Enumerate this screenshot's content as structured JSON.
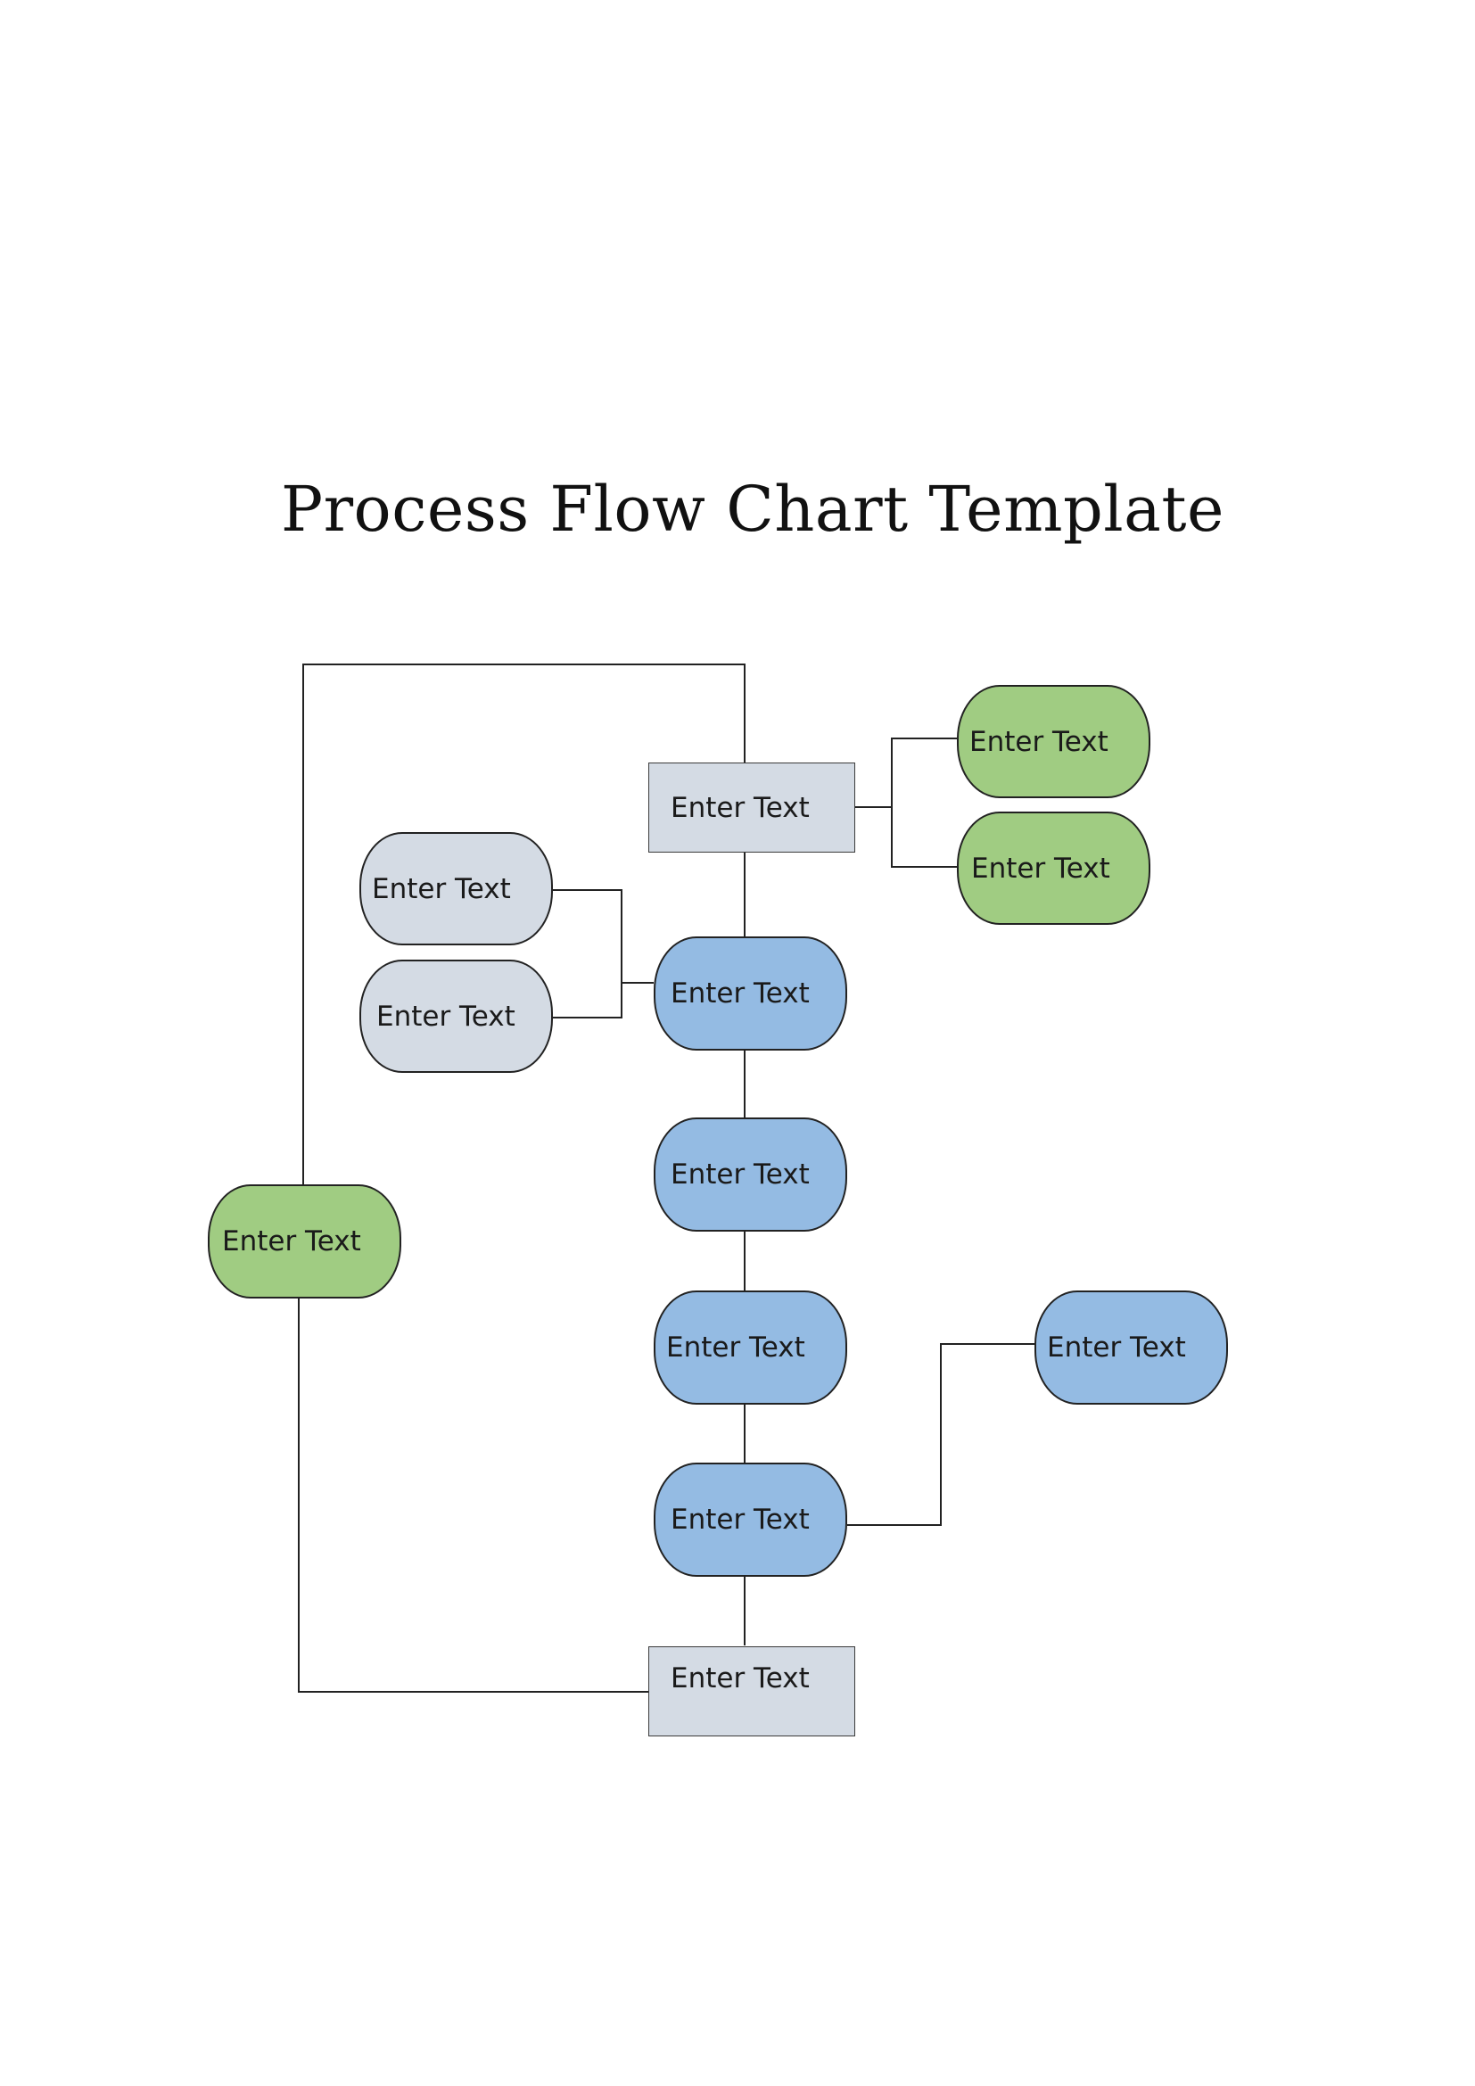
{
  "title": "Process Flow Chart Template",
  "colors": {
    "green": "#a0cc82",
    "blue": "#94bbe3",
    "gray": "#d4dbe4",
    "line": "#222222"
  },
  "nodes": {
    "process_top": "Enter Text",
    "output_green_1": "Enter Text",
    "output_green_2": "Enter Text",
    "input_gray_1": "Enter Text",
    "input_gray_2": "Enter Text",
    "step_1": "Enter Text",
    "step_2": "Enter Text",
    "step_3": "Enter Text",
    "step_4": "Enter Text",
    "side_blue": "Enter Text",
    "loop_green": "Enter Text",
    "process_bottom": "Enter Text"
  }
}
